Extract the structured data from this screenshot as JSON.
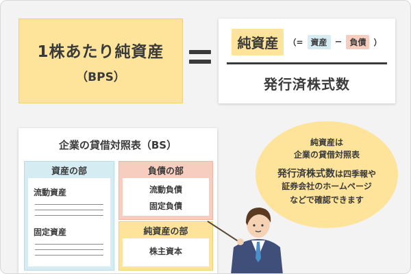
{
  "formula": {
    "lhs_title": "1株あたり純資産",
    "lhs_sub": "（BPS）",
    "equals": "=",
    "numerator_main": "純資産",
    "paren_open": "（=",
    "asset_term": "資産",
    "minus": "−",
    "liability_term": "負債",
    "paren_close": "）",
    "denominator": "発行済株式数"
  },
  "balance_sheet": {
    "title": "企業の貸借対照表（BS）",
    "assets": {
      "header": "資産の部",
      "items": [
        "流動資産",
        "固定資産"
      ]
    },
    "liabilities": {
      "header": "負債の部",
      "items": [
        "流動負債",
        "固定負債"
      ]
    },
    "net_assets": {
      "header": "純資産の部",
      "items": [
        "株主資本"
      ]
    }
  },
  "bubble": {
    "line1": "純資産は",
    "line2": "企業の貸借対照表",
    "line3_emph": "発行済株式数",
    "line3_rest": "は四季報や",
    "line4": "証券会社のホームページ",
    "line5": "などで確認できます"
  },
  "colors": {
    "background": "#f3f3f3",
    "yellow": "#fde49a",
    "blue": "#d5ecf3",
    "salmon": "#f7cdbf",
    "text": "#3a3a3a"
  }
}
